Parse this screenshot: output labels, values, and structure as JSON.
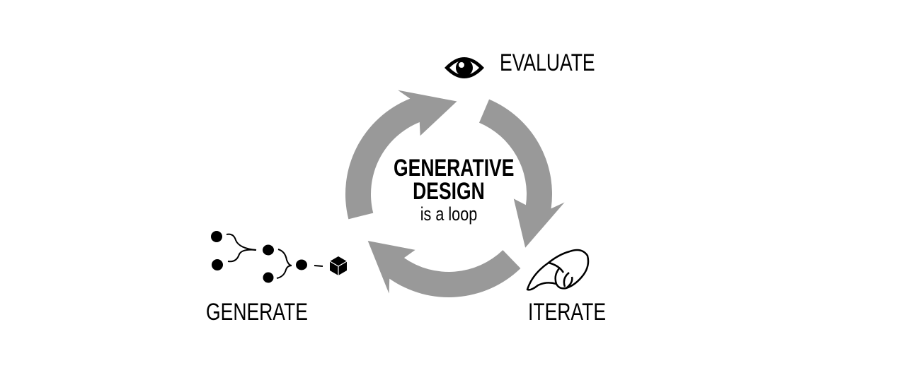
{
  "title_line1": "GENERATIVE",
  "title_line2": "DESIGN",
  "subtitle": "is a loop",
  "stages": {
    "evaluate": {
      "label": "EVALUATE",
      "icon": "eye-icon"
    },
    "iterate": {
      "label": "ITERATE",
      "icon": "pointing-hand-icon"
    },
    "generate": {
      "label": "GENERATE",
      "icon": "node-tree-icon"
    }
  },
  "colors": {
    "arrow": "#999999",
    "text": "#000000"
  }
}
